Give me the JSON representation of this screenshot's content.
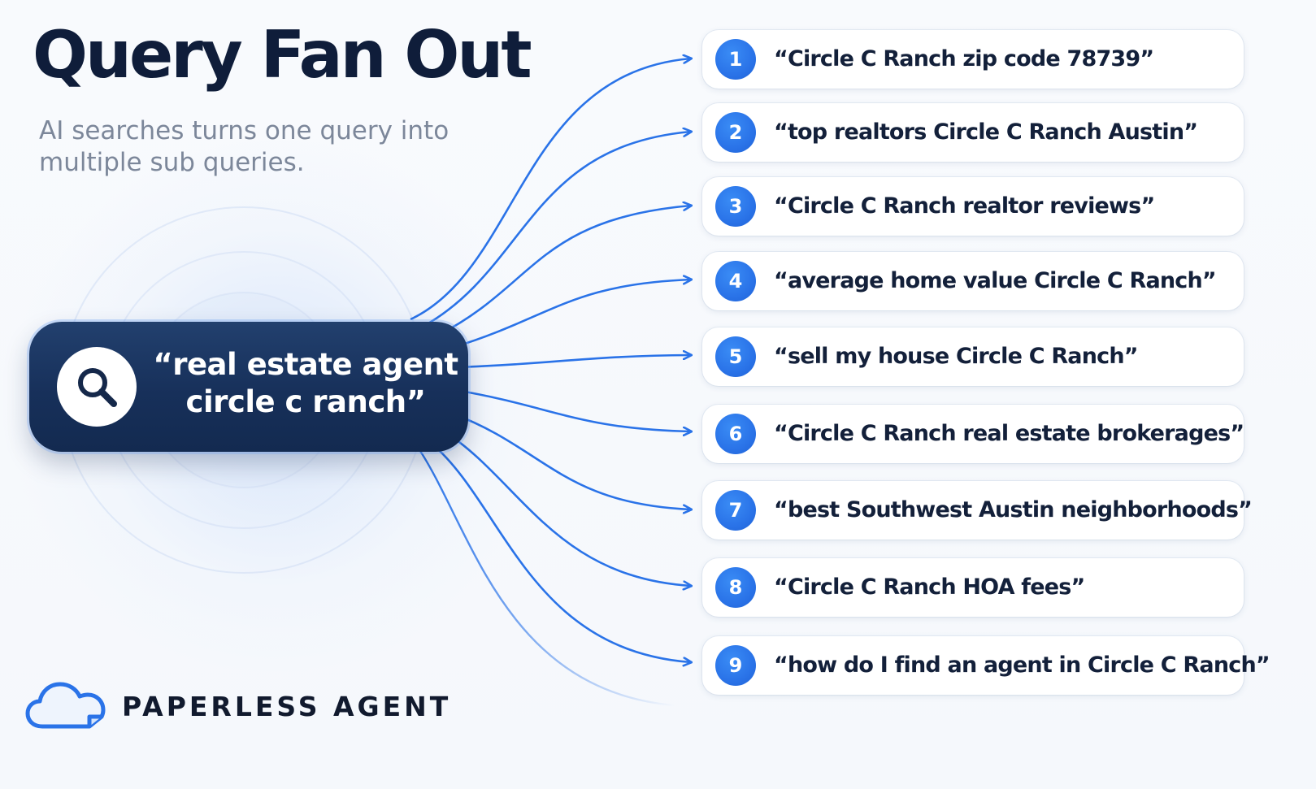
{
  "header": {
    "title": "Query Fan Out",
    "subtitle": "AI searches turns one query into multiple sub queries."
  },
  "main_query": {
    "icon": "search-icon",
    "text": "“real estate agent circle c ranch”"
  },
  "sub_queries": [
    {
      "number": "1",
      "text": "“Circle C Ranch zip code 78739”"
    },
    {
      "number": "2",
      "text": "“top realtors Circle C Ranch Austin”"
    },
    {
      "number": "3",
      "text": "“Circle C Ranch realtor reviews”"
    },
    {
      "number": "4",
      "text": "“average home value Circle C Ranch”"
    },
    {
      "number": "5",
      "text": "“sell my house Circle C Ranch”"
    },
    {
      "number": "6",
      "text": "“Circle C Ranch real estate brokerages”"
    },
    {
      "number": "7",
      "text": "“best Southwest Austin neighborhoods”"
    },
    {
      "number": "8",
      "text": "“Circle C Ranch HOA fees”"
    },
    {
      "number": "9",
      "text": "“how do I find an agent in Circle C Ranch”"
    }
  ],
  "brand": {
    "icon": "cloud-document-icon",
    "name": "PAPERLESS AGENT"
  },
  "colors": {
    "navy": "#17305a",
    "accent_blue": "#2a73e8",
    "title": "#0f1d3a",
    "subtitle": "#7c879a"
  }
}
